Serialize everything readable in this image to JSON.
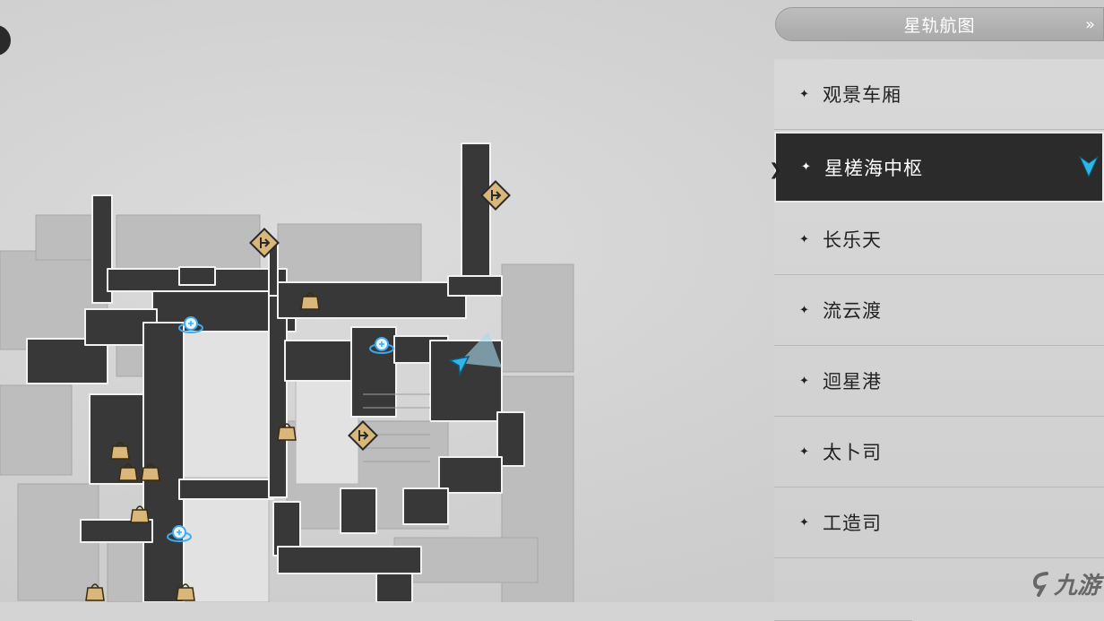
{
  "panel": {
    "title": "星轨航图",
    "items": [
      {
        "label": "观景车厢",
        "active": false
      },
      {
        "label": "星槎海中枢",
        "active": true
      },
      {
        "label": "长乐天",
        "active": false
      },
      {
        "label": "流云渡",
        "active": false
      },
      {
        "label": "迴星港",
        "active": false
      },
      {
        "label": "太卜司",
        "active": false
      },
      {
        "label": "工造司",
        "active": false
      }
    ]
  },
  "watermark": {
    "text": "九游"
  },
  "colors": {
    "map_floor": "#3a3a3a",
    "map_background": "#cfcfcf",
    "marker_gold": "#d9b77a",
    "marker_blue": "#3da9f0",
    "player_arrow": "#2fb6e8",
    "active_row": "#2b2b2b"
  },
  "icons": {
    "shop": "shop-bag-icon",
    "teleport": "space-anchor-icon",
    "exit": "exit-door-icon",
    "player": "player-arrow-icon",
    "current_location": "location-pin-icon"
  }
}
